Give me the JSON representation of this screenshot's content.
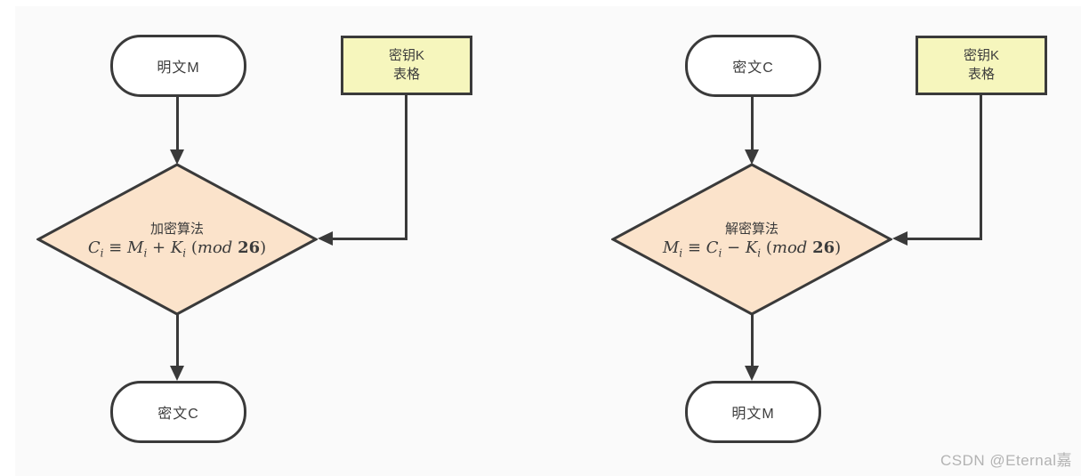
{
  "background_color": "#fafafa",
  "stroke_color": "#3a3a3a",
  "diamond_fill": "#fbe3cb",
  "keybox_fill": "#f6f6bd",
  "watermark": "CSDN @Eternal嘉",
  "flowcharts": [
    {
      "name": "encryption",
      "input_label": "明文M",
      "key_line1": "密钥K",
      "key_line2": "表格",
      "process_label": "加密算法",
      "formula": {
        "lhs": "C",
        "lhs_sub": "i",
        "rel": "≡",
        "a": "M",
        "a_sub": "i",
        "op": "+",
        "b": "K",
        "b_sub": "i",
        "open": "(",
        "mod_word": "mod",
        "num": "26",
        "close": ")"
      },
      "output_label": "密文C"
    },
    {
      "name": "decryption",
      "input_label": "密文C",
      "key_line1": "密钥K",
      "key_line2": "表格",
      "process_label": "解密算法",
      "formula": {
        "lhs": "M",
        "lhs_sub": "i",
        "rel": "≡",
        "a": "C",
        "a_sub": "i",
        "op": "−",
        "b": "K",
        "b_sub": "i",
        "open": "(",
        "mod_word": "mod",
        "num": "26",
        "close": ")"
      },
      "output_label": "明文M"
    }
  ]
}
